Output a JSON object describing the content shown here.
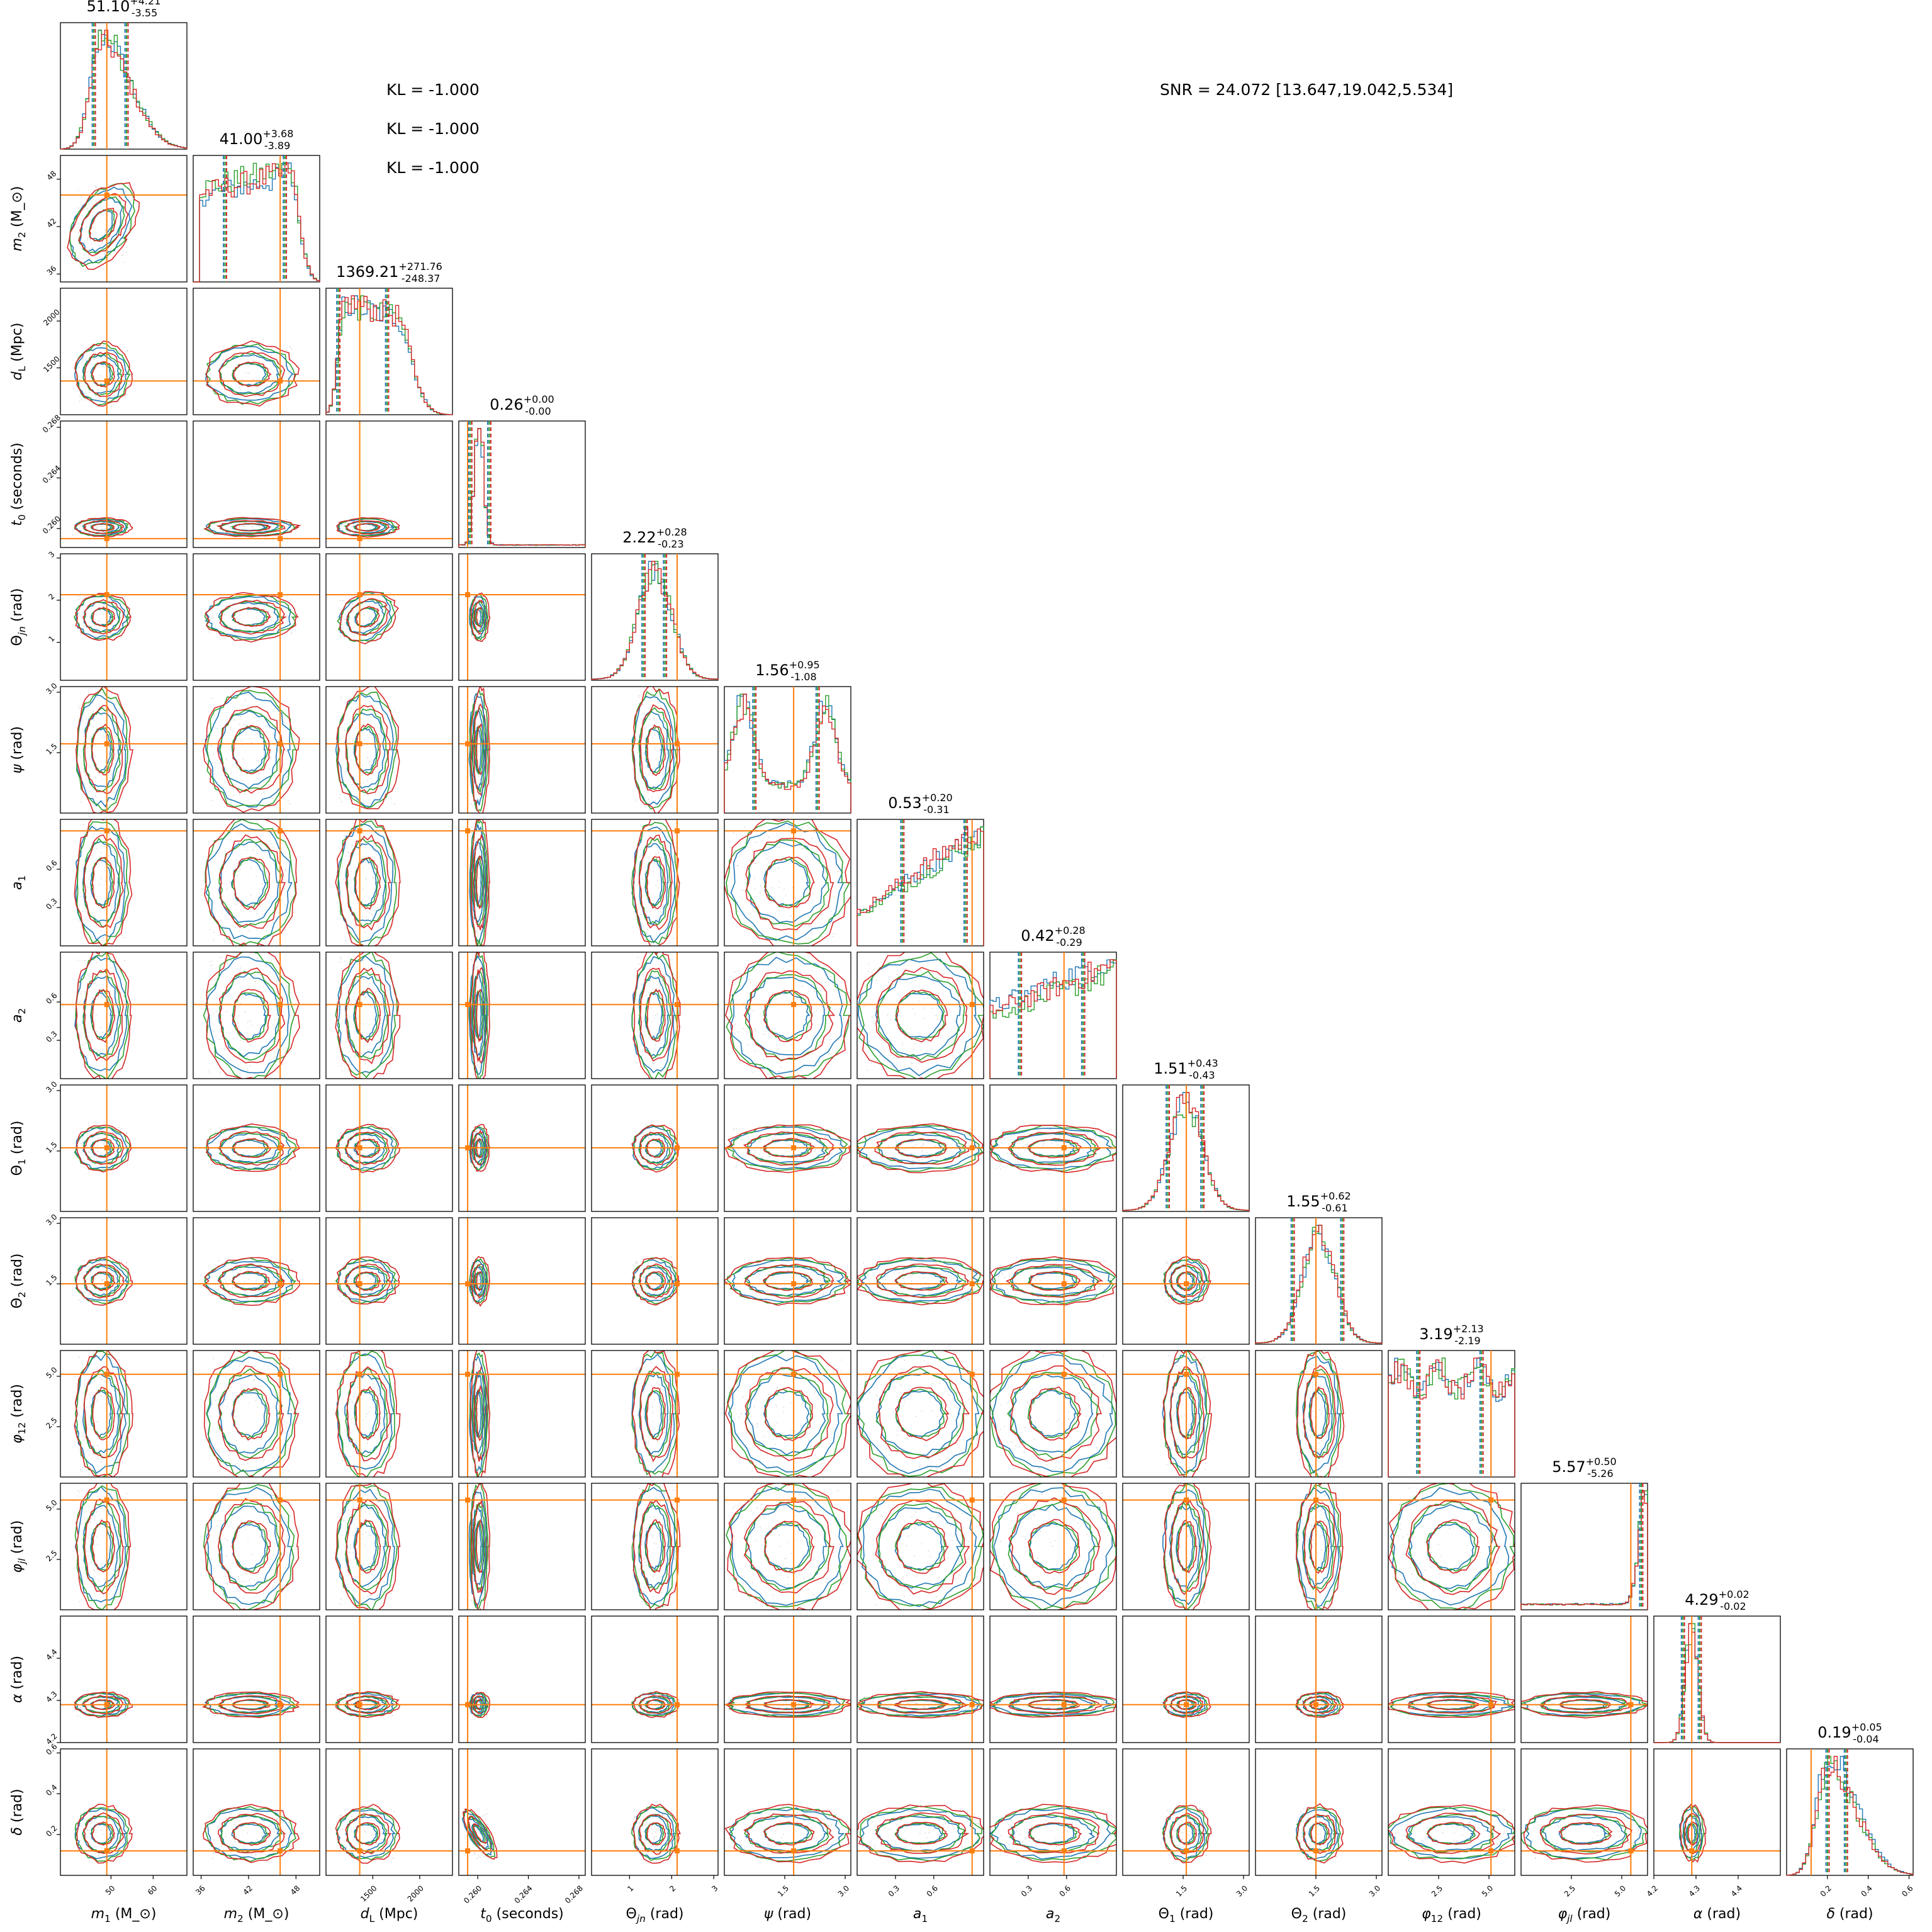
{
  "chart_data": {
    "type": "corner",
    "colors": {
      "series": [
        "#1f77b4",
        "#2ca02c",
        "#d62728"
      ],
      "truth": "#ff7f0e",
      "frame": "#000000",
      "scatter_points": "#9e9e9e"
    },
    "annotations": {
      "kl": [
        "KL = -1.000",
        "KL = -1.000",
        "KL = -1.000"
      ],
      "snr": "SNR = 24.072 [13.647,19.042,5.534]"
    },
    "params": [
      {
        "key": "m1",
        "xlabel": "m_1 (M_⊙)",
        "ylabel": "m_2 (M_⊙)",
        "title": "51.10^{+4.21}_{-3.55}",
        "median": 51.1,
        "plus": 4.21,
        "minus": 3.55,
        "truth": 49.0,
        "range": [
          38,
          68
        ],
        "ticks": [
          50,
          60
        ],
        "tick_labels": [
          "50",
          "60"
        ],
        "shape": "skewR"
      },
      {
        "key": "m2",
        "xlabel": "m_2 (M_⊙)",
        "ylabel": "m_2 (M_⊙)",
        "title": "41.00^{+3.68}_{-3.89}",
        "median": 41.0,
        "plus": 3.68,
        "minus": 3.89,
        "truth": 46.0,
        "range": [
          35,
          51
        ],
        "ticks": [
          36,
          42,
          48
        ],
        "tick_labels": [
          "36",
          "42",
          "48"
        ],
        "shape": "plateau"
      },
      {
        "key": "dL",
        "xlabel": "d_L (Mpc)",
        "ylabel": "d_L (Mpc)",
        "title": "1369.21^{+271.76}_{-248.37}",
        "median": 1369.21,
        "plus": 271.76,
        "minus": 248.37,
        "truth": 1360.0,
        "range": [
          1000,
          2350
        ],
        "ticks": [
          1500,
          2000
        ],
        "tick_labels": [
          "1500",
          "2000"
        ],
        "shape": "plateauR"
      },
      {
        "key": "t0",
        "xlabel": "t_0 (seconds)",
        "ylabel": "t_0 (seconds)",
        "title": "0.26^{+0.00}_{-0.00}",
        "median": 0.2597,
        "plus": 0.0009,
        "minus": 0.0006,
        "truth": 0.2592,
        "range": [
          0.2585,
          0.2685
        ],
        "ticks": [
          0.26,
          0.264,
          0.268
        ],
        "tick_labels": [
          "0.260",
          "0.264",
          "0.268"
        ],
        "shape": "narrowL"
      },
      {
        "key": "theta_jn",
        "xlabel": "Θ_jn (rad)",
        "ylabel": "Θ_jn (rad)",
        "title": "2.22^{+0.28}_{-0.23}",
        "median": 2.22,
        "plus": 0.28,
        "minus": 0.23,
        "truth": 2.13,
        "range": [
          0.1,
          3.1
        ],
        "ticks": [
          1,
          2,
          3
        ],
        "tick_labels": [
          "1",
          "2",
          "3"
        ],
        "shape": "peak"
      },
      {
        "key": "psi",
        "xlabel": "ψ (rad)",
        "ylabel": "ψ (rad)",
        "title": "1.56^{+0.95}_{-1.08}",
        "median": 1.56,
        "plus": 0.95,
        "minus": 1.08,
        "truth": 1.72,
        "range": [
          0,
          3.14
        ],
        "ticks": [
          1.5,
          3.0
        ],
        "tick_labels": [
          "1.5",
          "3.0"
        ],
        "shape": "bimodal"
      },
      {
        "key": "a1",
        "xlabel": "a_1",
        "ylabel": "a_1",
        "title": "0.53^{+0.20}_{-0.31}",
        "median": 0.53,
        "plus": 0.2,
        "minus": 0.31,
        "truth": 0.9,
        "range": [
          0,
          0.99
        ],
        "ticks": [
          0.3,
          0.6
        ],
        "tick_labels": [
          "0.3",
          "0.6"
        ],
        "shape": "rising"
      },
      {
        "key": "a2",
        "xlabel": "a_2",
        "ylabel": "a_2",
        "title": "0.42^{+0.28}_{-0.29}",
        "median": 0.42,
        "plus": 0.28,
        "minus": 0.29,
        "truth": 0.58,
        "range": [
          0,
          0.99
        ],
        "ticks": [
          0.3,
          0.6
        ],
        "tick_labels": [
          "0.3",
          "0.6"
        ],
        "shape": "risingSlow"
      },
      {
        "key": "theta1",
        "xlabel": "Θ_1 (rad)",
        "ylabel": "Θ_1 (rad)",
        "title": "1.51^{+0.43}_{-0.43}",
        "median": 1.51,
        "plus": 0.43,
        "minus": 0.43,
        "truth": 1.58,
        "range": [
          0,
          3.14
        ],
        "ticks": [
          1.5,
          3.0
        ],
        "tick_labels": [
          "1.5",
          "3.0"
        ],
        "shape": "peak"
      },
      {
        "key": "theta2",
        "xlabel": "Θ_2 (rad)",
        "ylabel": "Θ_2 (rad)",
        "title": "1.55^{+0.62}_{-0.61}",
        "median": 1.55,
        "plus": 0.62,
        "minus": 0.61,
        "truth": 1.5,
        "range": [
          0,
          3.14
        ],
        "ticks": [
          1.5,
          3.0
        ],
        "tick_labels": [
          "1.5",
          "3.0"
        ],
        "shape": "peak"
      },
      {
        "key": "phi12",
        "xlabel": "φ_12 (rad)",
        "ylabel": "φ_12 (rad)",
        "title": "3.19^{+2.13}_{-2.19}",
        "median": 3.19,
        "plus": 2.13,
        "minus": 2.19,
        "truth": 5.1,
        "range": [
          0,
          6.28
        ],
        "ticks": [
          2.5,
          5.0
        ],
        "tick_labels": [
          "2.5",
          "5.0"
        ],
        "shape": "flat"
      },
      {
        "key": "phijl",
        "xlabel": "φ_jl (rad)",
        "ylabel": "φ_jl (rad)",
        "title": "5.57^{+0.50}_{-5.26}",
        "median": 5.57,
        "plus": 0.5,
        "minus": 5.26,
        "truth": 5.45,
        "range": [
          0,
          6.28
        ],
        "ticks": [
          2.5,
          5.0
        ],
        "tick_labels": [
          "2.5",
          "5.0"
        ],
        "shape": "edges"
      },
      {
        "key": "alpha",
        "xlabel": "α (rad)",
        "ylabel": "α (rad)",
        "title": "4.29^{+0.02}_{-0.02}",
        "median": 4.29,
        "plus": 0.02,
        "minus": 0.02,
        "truth": 4.29,
        "range": [
          4.2,
          4.5
        ],
        "ticks": [
          4.2,
          4.3,
          4.4
        ],
        "tick_labels": [
          "4.2",
          "4.3",
          "4.4"
        ],
        "shape": "narrowPeak"
      },
      {
        "key": "delta",
        "xlabel": "δ (rad)",
        "ylabel": "δ (rad)",
        "title": "0.19^{+0.05}_{-0.04}",
        "median": 0.19,
        "plus": 0.05,
        "minus": 0.04,
        "truth": 0.12,
        "range": [
          0,
          0.62
        ],
        "ticks": [
          0.2,
          0.4,
          0.6
        ],
        "tick_labels": [
          "0.2",
          "0.4",
          "0.6"
        ],
        "shape": "skewR"
      }
    ]
  }
}
